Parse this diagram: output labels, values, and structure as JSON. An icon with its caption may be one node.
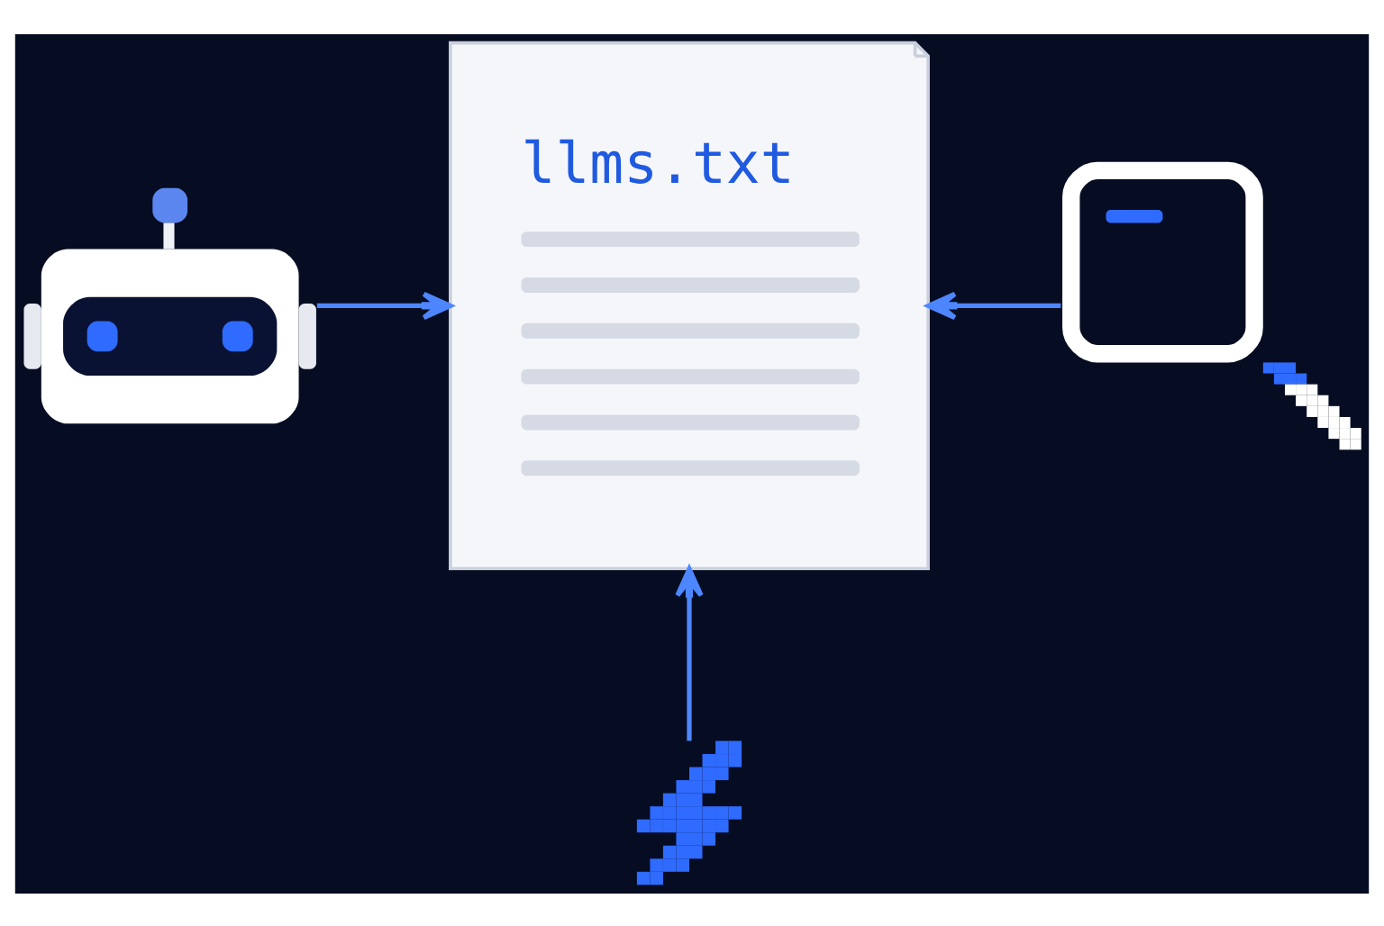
{
  "diagram": {
    "nodes": [
      {
        "text": [],
        "shape": "picture"
      },
      {
        "text": [
          "llms.txt"
        ]
      },
      {
        "text": [],
        "shape": "picture"
      },
      {
        "text": [],
        "shape": "picture"
      }
    ],
    "edges": [
      {
        "from": 0,
        "to": 1,
        "arrow": "to"
      },
      {
        "from": 2,
        "to": 1,
        "arrow": "to"
      },
      {
        "from": 3,
        "to": 1,
        "arrow": "to"
      }
    ]
  }
}
